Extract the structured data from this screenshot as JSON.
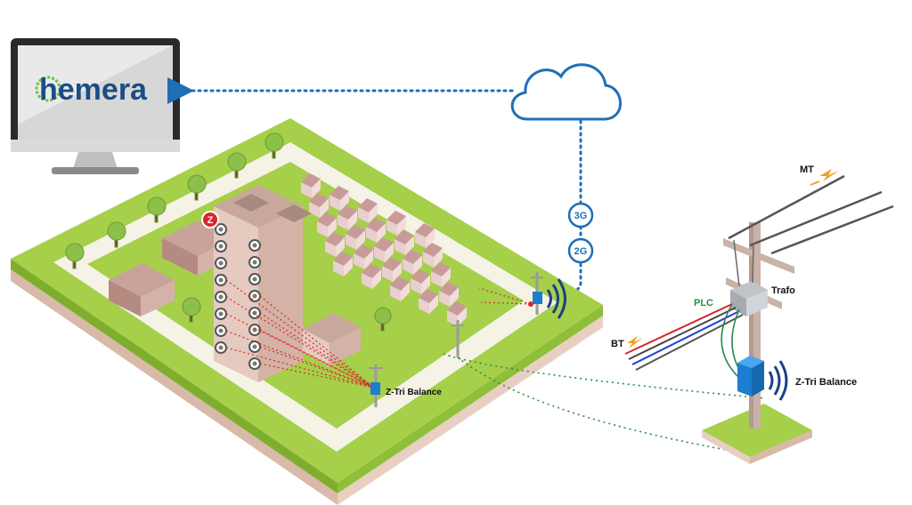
{
  "monitor": {
    "brand": "hemera"
  },
  "network": {
    "badges": [
      "3G",
      "2G"
    ]
  },
  "pole": {
    "mt_label": "MT",
    "trafo_label": "Trafo",
    "plc_label": "PLC",
    "bt_label": "BT",
    "device_label": "Z-Tri Balance"
  },
  "block": {
    "device_label": "Z-Tri Balance",
    "meter_badge": "Z"
  },
  "colors": {
    "grass": "#a6cf4a",
    "grass_dark": "#7fae2e",
    "soil": "#e8cfc2",
    "path": "#f5f2e6",
    "link": "#1f6fb8",
    "phase_red": "#d9262e",
    "phase_blue": "#1f3fd6",
    "ground_link": "#2e8a4a",
    "orange": "#f0a020"
  }
}
